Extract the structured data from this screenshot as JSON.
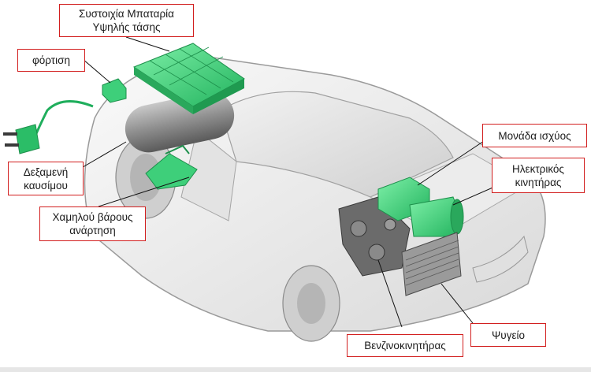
{
  "labels": {
    "battery": {
      "line1": "Συστοιχία Μπαταρία",
      "line2": "Υψηλής τάσης"
    },
    "charging": {
      "text": "φόρτιση"
    },
    "fuel_tank": {
      "line1": "Δεξαμενή",
      "line2": "καυσίμου"
    },
    "suspension": {
      "line1": "Χαμηλού βάρους",
      "line2": "ανάρτηση"
    },
    "power_unit": {
      "text": "Μονάδα ισχύος"
    },
    "electric_motor": {
      "line1": "Ηλεκτρικός",
      "line2": "κινητήρας"
    },
    "radiator": {
      "text": "Ψυγείο"
    },
    "petrol_engine": {
      "text": "Βενζινοκινητήρας"
    }
  },
  "colors": {
    "label_border": "#d21f1f",
    "component_green": "#3ecf7a",
    "car_body": "#f4f4f4",
    "car_outline": "#9a9a9a",
    "leader_line": "#111111"
  },
  "icons": {
    "plug": "charging-plug-icon"
  }
}
